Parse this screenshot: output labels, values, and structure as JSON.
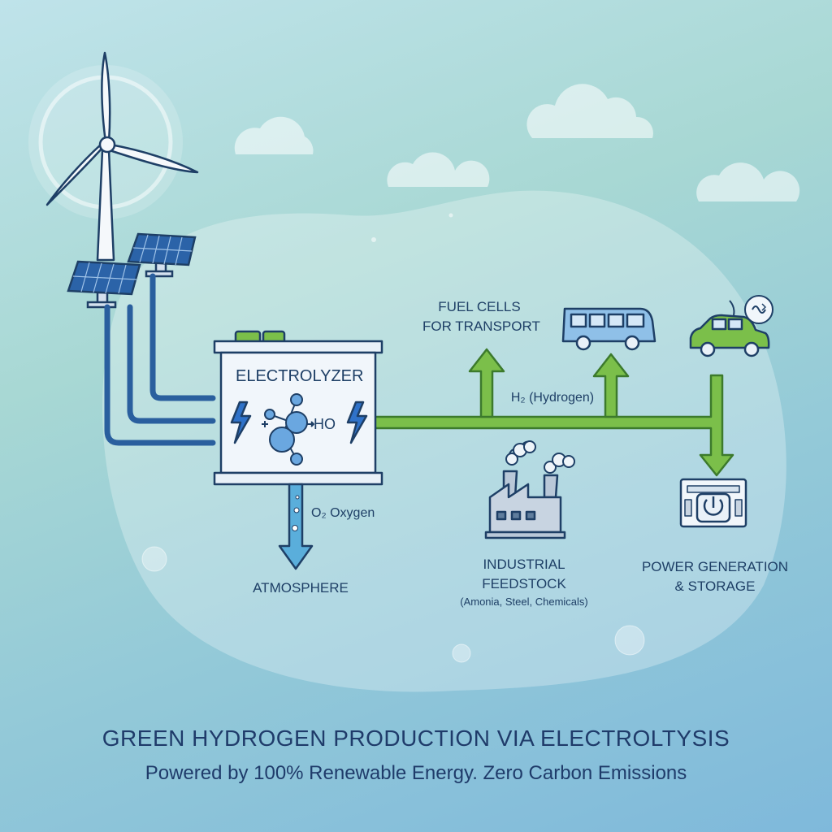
{
  "electrolyzer": {
    "label": "ELECTROLYZER",
    "molecule_label": "HO"
  },
  "flows": {
    "hydrogen": "H₂ (Hydrogen)",
    "oxygen": "O₂ Oxygen"
  },
  "outputs": {
    "atmosphere": "ATMOSPHERE",
    "fuel_cells": [
      "FUEL CELLS",
      "FOR TRANSPORT"
    ],
    "industrial": [
      "INDUSTRIAL",
      "FEEDSTOCK"
    ],
    "industrial_examples": "(Amonia, Steel, Chemicals)",
    "power": [
      "POWER GENERATION",
      "& STORAGE"
    ]
  },
  "footer": {
    "title": "GREEN HYDROGEN PRODUCTION VIA ELECTROLTYSIS",
    "subtitle": "Powered by 100% Renewable Energy. Zero Carbon Emissions"
  },
  "icons": [
    "wind-turbine-icon",
    "solar-panel-icon",
    "electrolyzer-icon",
    "bus-icon",
    "car-icon",
    "factory-icon",
    "power-storage-icon",
    "lightning-icon",
    "water-molecule-icon"
  ],
  "colors": {
    "hydrogen_pipe": "#7bbf4a",
    "power_cable": "#2a5f9e",
    "oxygen_arrow": "#5aaedb",
    "outline": "#1e3f66"
  }
}
